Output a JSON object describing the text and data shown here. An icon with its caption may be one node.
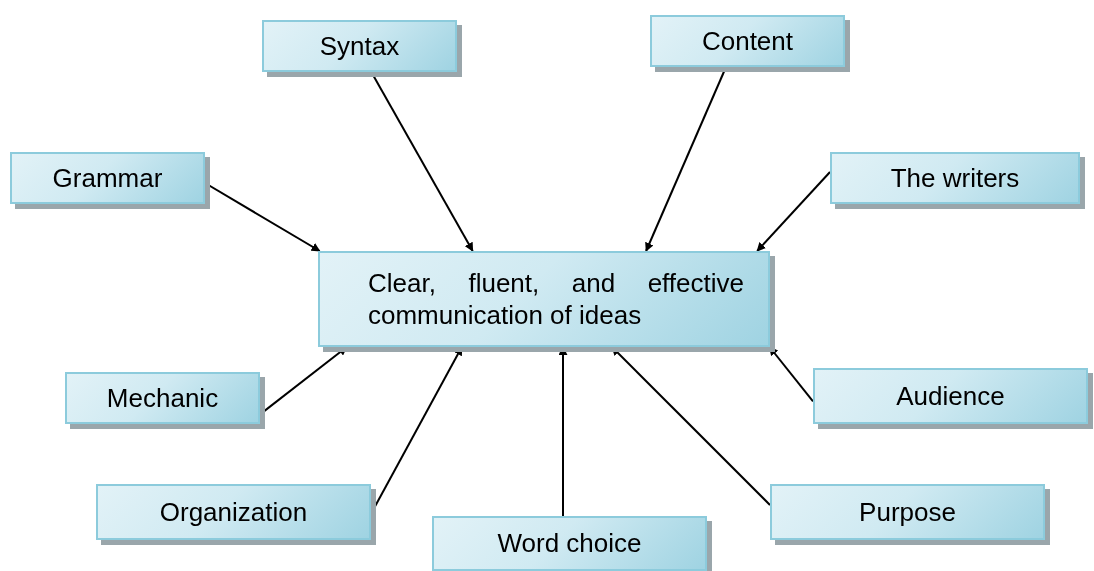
{
  "diagram": {
    "nodes": [
      {
        "text": [
          "Clear, fluent, and effective communication of ideas"
        ]
      },
      {
        "text": [
          "Syntax"
        ]
      },
      {
        "text": [
          "Content"
        ]
      },
      {
        "text": [
          "Grammar"
        ]
      },
      {
        "text": [
          "The writers"
        ]
      },
      {
        "text": [
          "Mechanic"
        ]
      },
      {
        "text": [
          "Audience"
        ]
      },
      {
        "text": [
          "Organization"
        ]
      },
      {
        "text": [
          "Purpose"
        ]
      },
      {
        "text": [
          "Word choice"
        ]
      }
    ],
    "edges": [
      {
        "from": 3,
        "to": 0,
        "arrow": "to"
      },
      {
        "from": 1,
        "to": 0,
        "arrow": "to"
      },
      {
        "from": 2,
        "to": 0,
        "arrow": "to"
      },
      {
        "from": 4,
        "to": 0,
        "arrow": "to"
      },
      {
        "from": 5,
        "to": 0,
        "arrow": "to"
      },
      {
        "from": 7,
        "to": 0,
        "arrow": "to"
      },
      {
        "from": 9,
        "to": 0,
        "arrow": "to"
      },
      {
        "from": 8,
        "to": 0,
        "arrow": "to"
      },
      {
        "from": 6,
        "to": 0,
        "arrow": "to"
      }
    ]
  }
}
